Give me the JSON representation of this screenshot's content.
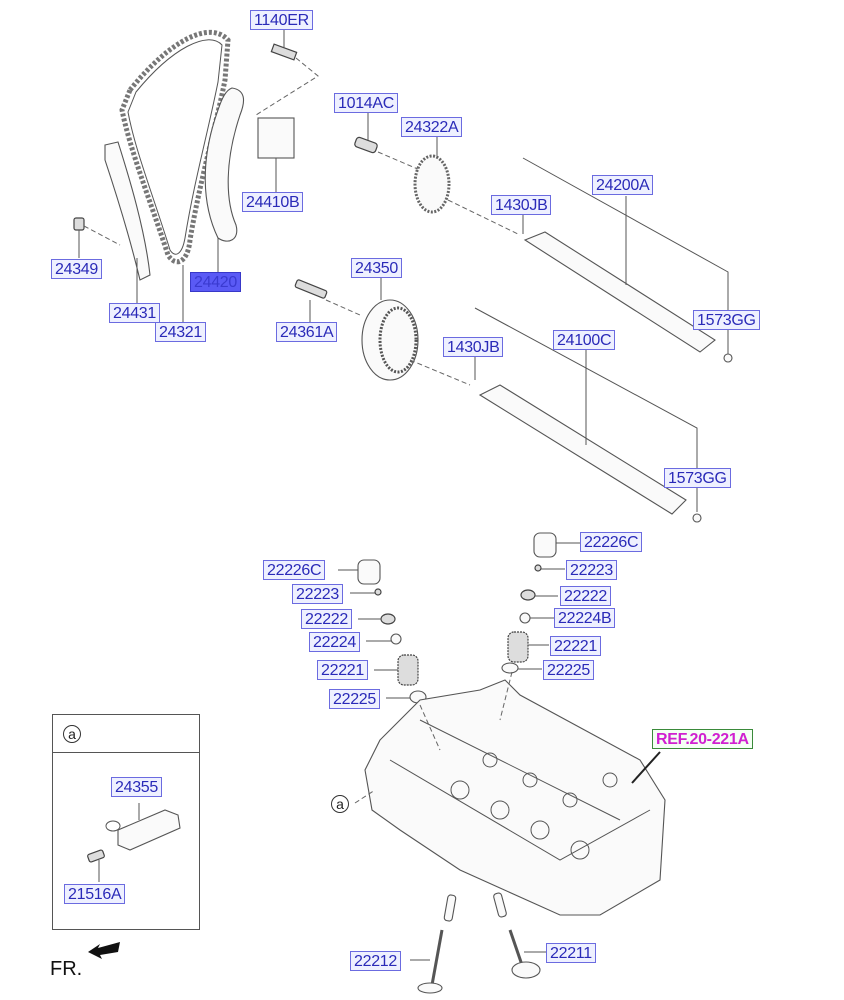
{
  "diagram": {
    "title": "Camshaft & Valve Exploded Parts Diagram",
    "selected_part": "24420",
    "labels": {
      "bolt_top": "1140ER",
      "tensioner": "24410B",
      "bolt_cam": "1014AC",
      "sprocket_exhaust": "24322A",
      "dowel_upper": "1430JB",
      "camshaft_exhaust": "24200A",
      "plug_upper": "1573GG",
      "bolt_guide": "24349",
      "tensioner_arm": "24420",
      "guide_fixed": "24431",
      "timing_chain": "24321",
      "cvvt_assy": "24350",
      "bolt_cvvt": "24361A",
      "dowel_lower": "1430JB",
      "camshaft_intake": "24100C",
      "plug_lower": "1573GG",
      "tappet_left": "22226C",
      "retainer_lock_left": "22223",
      "retainer_left": "22222",
      "seal_left": "22224",
      "spring_left": "22221",
      "spring_seat_left": "22225",
      "tappet_right": "22226C",
      "retainer_lock_right": "22223",
      "retainer_right": "22222",
      "seal_right": "22224B",
      "spring_right": "22221",
      "spring_seat_right": "22225",
      "ref_cylinder_head": "REF.20-221A",
      "valve_exhaust": "22212",
      "valve_intake": "22211"
    },
    "inset": {
      "marker": "a",
      "ocv": "24355",
      "ocv_bolt": "21516A"
    },
    "callout_marker": "a",
    "front_indicator": "FR.",
    "colors": {
      "label_border": "#6b6be0",
      "label_text": "#2a2ab8",
      "selected_fill": "#5a5af5",
      "ref_text": "#d020d0",
      "ref_border": "#3a8a3a"
    }
  }
}
